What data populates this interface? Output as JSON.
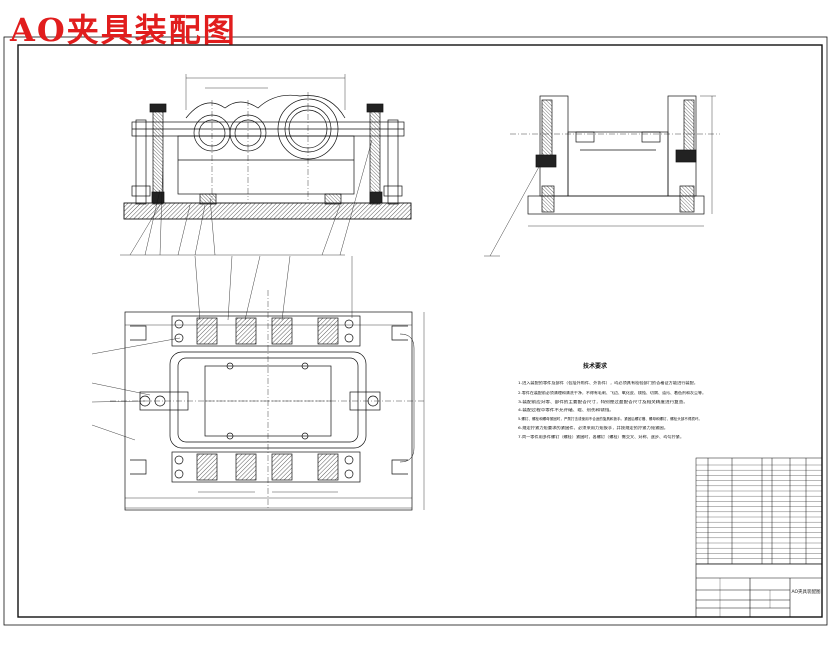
{
  "title": "AO夹具装配图",
  "notes": {
    "heading": "技术要求",
    "lines": [
      "1.进入装配的零件及部件（包括外购件、外协件），均必须具有检验部门的合格证方能进行装配。",
      "2.零件在装配前必须清理和清洗干净，不得有毛刺、飞边、氧化皮、锈蚀、切屑、油污、着色剂和灰尘等。",
      "3.装配前应对零、部件的主要配合尺寸，特别是过盈配合尺寸及相关精度进行复查。",
      "4.装配过程中零件不允许磕、碰、划伤和锈蚀。",
      "5.螺钉、螺栓和螺母紧固时，严禁打击或使用不合适的旋具和扳手。紧固后螺钉槽、螺母和螺钉、螺栓头部不得损坏。",
      "6.规定拧紧力矩要求的紧固件，必须采用力矩扳手，并按规定的拧紧力矩紧固。",
      "7.同一零件用多件螺钉（螺栓）紧固时，各螺钉（螺栓）需交叉、对称、逐步、均匀拧紧。"
    ]
  },
  "title_block": {
    "drawing_name": "AO夹具装配图"
  },
  "colors": {
    "line": "#111111",
    "title_red": "#e11d1d",
    "hatch": "#333333"
  }
}
